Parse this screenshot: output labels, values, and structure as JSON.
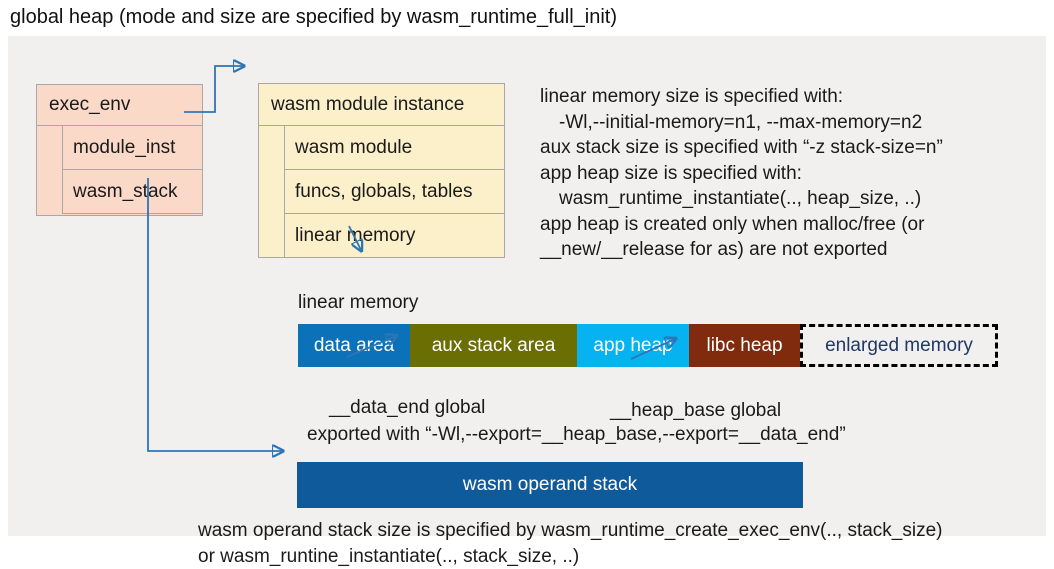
{
  "title": "global heap (mode and size are specified by wasm_runtime_full_init)",
  "exec_env": {
    "title": "exec_env",
    "rows": [
      "module_inst",
      "wasm_stack"
    ]
  },
  "module_instance": {
    "title": "wasm module instance",
    "rows": [
      "wasm module",
      "funcs, globals, tables",
      "linear memory"
    ]
  },
  "notes": {
    "lines": [
      "linear memory size is specified with:",
      "-Wl,--initial-memory=n1, --max-memory=n2",
      "aux stack size is specified with “-z stack-size=n”",
      "app heap size is specified with:",
      "wasm_runtime_instantiate(.., heap_size, ..)",
      "app heap is created only when malloc/free (or",
      "__new/__release for as) are not exported"
    ]
  },
  "linear_memory": {
    "label": "linear memory",
    "segments": [
      {
        "label": "data area",
        "color": "#0b71b8"
      },
      {
        "label": "aux stack area",
        "color": "#6a6e03"
      },
      {
        "label": "app heap",
        "color": "#06b2f0"
      },
      {
        "label": "libc heap",
        "color": "#802b0d"
      },
      {
        "label": "enlarged memory",
        "color": "dashed-outline"
      }
    ]
  },
  "annotations": {
    "data_end": "__data_end global",
    "heap_base": "__heap_base global",
    "exported": "exported with “-Wl,--export=__heap_base,--export=__data_end”"
  },
  "operand_stack": {
    "label": "wasm operand stack",
    "color": "#0f5a9b"
  },
  "footer": {
    "lines": [
      "wasm operand stack size is specified by wasm_runtime_create_exec_env(.., stack_size)",
      "or wasm_runtine_instantiate(.., stack_size, ..)"
    ]
  },
  "colors": {
    "arrow": "#2e75b6",
    "exec_env_fill": "#fad9c8",
    "module_instance_fill": "#fcf0ca",
    "canvas_background": "#f1f0ee",
    "enlarged_memory_text": "#1f3864"
  }
}
